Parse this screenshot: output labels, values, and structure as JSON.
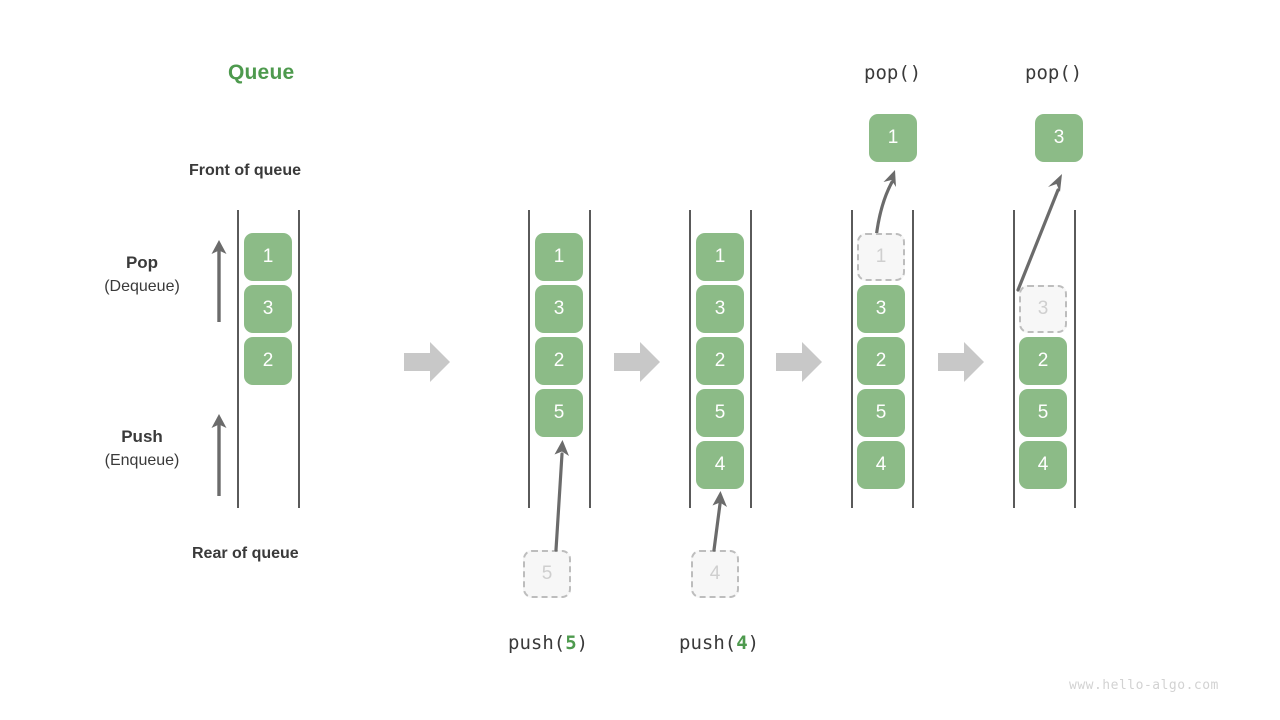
{
  "diagram": {
    "title": "Queue",
    "title_color": "#4e9a4e",
    "box_color": "#8cbb87",
    "ghost_border_color": "#bdbdbd",
    "ghost_fill_color": "#f7f7f7",
    "ghost_text_color": "#cfcfcf",
    "rail_color": "#5a5a5a",
    "step_arrow_color": "#c8c8c8",
    "watermark": "www.hello-algo.com"
  },
  "labels": {
    "front_of_queue": "Front of queue",
    "rear_of_queue": "Rear of queue",
    "pop": "Pop",
    "pop_sub": "(Dequeue)",
    "push": "Push",
    "push_sub": "(Enqueue)"
  },
  "operations": {
    "push5_prefix": "push(",
    "push5_value": "5",
    "push5_suffix": ")",
    "push4_prefix": "push(",
    "push4_value": "4",
    "push4_suffix": ")",
    "pop1_label": "pop()",
    "pop2_label": "pop()"
  },
  "columns": [
    {
      "name": "initial-queue",
      "slots": [
        {
          "value": "1",
          "state": "filled"
        },
        {
          "value": "3",
          "state": "filled"
        },
        {
          "value": "2",
          "state": "filled"
        }
      ]
    },
    {
      "name": "after-push-5",
      "slots": [
        {
          "value": "1",
          "state": "filled"
        },
        {
          "value": "3",
          "state": "filled"
        },
        {
          "value": "2",
          "state": "filled"
        },
        {
          "value": "5",
          "state": "filled"
        }
      ],
      "incoming": {
        "value": "5",
        "state": "ghost"
      }
    },
    {
      "name": "after-push-4",
      "slots": [
        {
          "value": "1",
          "state": "filled"
        },
        {
          "value": "3",
          "state": "filled"
        },
        {
          "value": "2",
          "state": "filled"
        },
        {
          "value": "5",
          "state": "filled"
        },
        {
          "value": "4",
          "state": "filled"
        }
      ],
      "incoming": {
        "value": "4",
        "state": "ghost"
      }
    },
    {
      "name": "after-pop-1",
      "slots": [
        {
          "value": "1",
          "state": "ghost"
        },
        {
          "value": "3",
          "state": "filled"
        },
        {
          "value": "2",
          "state": "filled"
        },
        {
          "value": "5",
          "state": "filled"
        },
        {
          "value": "4",
          "state": "filled"
        }
      ],
      "outgoing": {
        "value": "1",
        "state": "filled"
      }
    },
    {
      "name": "after-pop-3",
      "slots": [
        {
          "value": "",
          "state": "empty"
        },
        {
          "value": "3",
          "state": "ghost"
        },
        {
          "value": "2",
          "state": "filled"
        },
        {
          "value": "5",
          "state": "filled"
        },
        {
          "value": "4",
          "state": "filled"
        }
      ],
      "outgoing": {
        "value": "3",
        "state": "filled"
      }
    }
  ]
}
